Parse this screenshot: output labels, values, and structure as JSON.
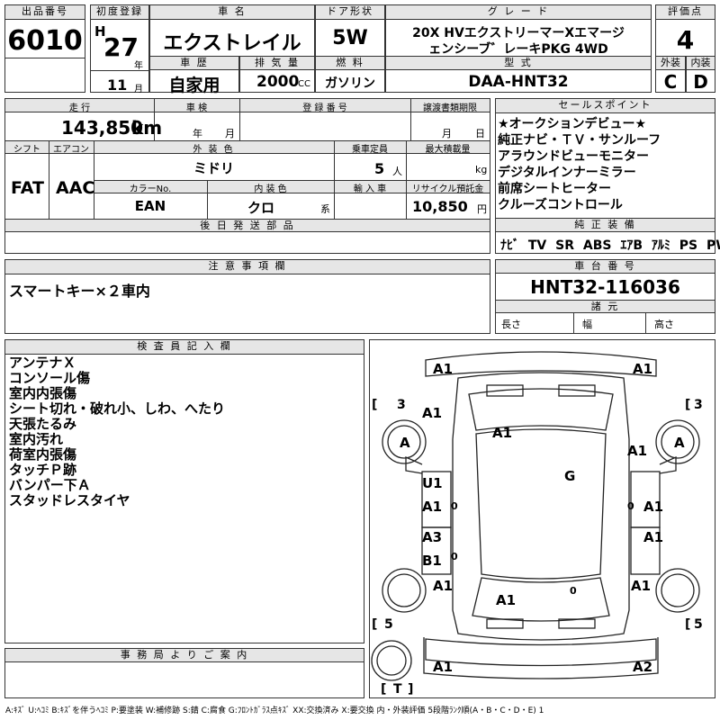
{
  "top": {
    "lot_label": "出品番号",
    "lot_number": "6010",
    "first_reg_label": "初度登録",
    "era": "H",
    "year": "27",
    "year_unit": "年",
    "month": "11",
    "month_unit": "月",
    "car_name_label": "車 名",
    "car_name": "エクストレイル",
    "door_label": "ドア形状",
    "door": "5W",
    "grade_label": "グ レ ー ド",
    "grade_line1": "20X HVエクストリーマーXエマージ",
    "grade_line2": "ェンシーブ゛レーキPKG 4WD",
    "score_label": "評価点",
    "score": "4",
    "history_label": "車 歴",
    "history": "自家用",
    "displacement_label": "排 気 量",
    "displacement": "2000",
    "displacement_unit": "CC",
    "fuel_label": "燃 料",
    "fuel": "ガソリン",
    "model_label": "型 式",
    "model": "DAA-HNT32",
    "exterior_label": "外装",
    "exterior": "C",
    "interior_label": "内装",
    "interior": "D"
  },
  "mid": {
    "mileage_label": "走 行",
    "mileage": "143,850",
    "mileage_unit": "km",
    "inspection_label": "車 検",
    "insp_year_unit": "年",
    "insp_month_unit": "月",
    "reg_label": "登 録 番 号",
    "transfer_label": "譲渡書類期限",
    "transfer_month_unit": "月",
    "transfer_day_unit": "日",
    "shift_label": "シフト",
    "shift": "FAT",
    "ac_label": "エアコン",
    "ac": "AAC",
    "color_label": "外 装 色",
    "color": "ミドリ",
    "capacity_label": "乗車定員",
    "capacity": "5",
    "capacity_unit": "人",
    "load_label": "最大積載量",
    "load_unit": "kg",
    "color_no_label": "カラーNo.",
    "color_no": "EAN",
    "int_color_label": "内 装 色",
    "int_color": "クロ",
    "int_color_unit": "系",
    "import_label": "輸 入 車",
    "recycle_label": "リサイクル預託金",
    "recycle": "10,850",
    "recycle_unit": "円",
    "later_parts_label": "後 日 発 送 部 品"
  },
  "selling": {
    "label": "セールスポイント",
    "points": [
      "★オークションデビュー★",
      "純正ナビ・ＴＶ・サンルーフ",
      "アラウンドビューモニター",
      "デジタルインナーミラー",
      "前席シートヒーター",
      "クルーズコントロール"
    ],
    "equip_label": "純 正 装 備",
    "equipment": [
      "ﾅﾋﾞ",
      "TV",
      "SR",
      "ABS",
      "ｴｱB",
      "ｱﾙﾐ",
      "PS",
      "PW"
    ]
  },
  "caution": {
    "label": "注 意 事 項 欄",
    "text": "スマートキー×２車内"
  },
  "chassis": {
    "label": "車 台 番 号",
    "number": "HNT32-116036",
    "specs_label": "諸 元",
    "length_label": "長さ",
    "width_label": "幅",
    "height_label": "高さ"
  },
  "inspector": {
    "label": "検 査 員 記 入 欄",
    "notes": [
      "アンテナＸ",
      "コンソール傷",
      "室内内張傷",
      "シート切れ・破れ小、しわ、へたり",
      "天張たるみ",
      "室内汚れ",
      "荷室内張傷",
      "タッチＰ跡",
      "バンパー下Ａ",
      "スタッドレスタイヤ"
    ]
  },
  "office": {
    "label": "事 務 局 よ り ご 案 内"
  },
  "diagram": {
    "marks": {
      "front_left": "A1",
      "front_right": "A1",
      "fender_left": "A1",
      "hood": "A1",
      "fender_right": "A1",
      "wheel_fl": "A",
      "wheel_fr": "A",
      "roof": "G",
      "door_fl_1": "U1",
      "door_fl_2": "A1",
      "door_fr": "A1",
      "door_rl_1": "A3",
      "door_rl_2": "B1",
      "door_rr": "A1",
      "rear_fender_left": "A1",
      "rear_fender_right": "A1",
      "trunk": "A1",
      "rear_left": "A1",
      "rear_right": "A2",
      "zero_1": "0",
      "zero_2": "0",
      "zero_3": "0",
      "zero_4": "0"
    },
    "tire_fl": "3",
    "tire_fr": "3",
    "tire_rl": "5",
    "tire_rr": "5",
    "tire_spare": "T"
  },
  "legend": "A:ｷｽﾞ U:ﾍｺﾐ B:ｷｽﾞを伴うﾍｺﾐ P:要塗装 W:補修跡 S:錆 C:腐食 G:ﾌﾛﾝﾄｶﾞﾗｽ点ｷｽﾞ XX:交換済み X:要交換 内・外装評価 5段階ﾗﾝｸ順(A・B・C・D・E) 1"
}
